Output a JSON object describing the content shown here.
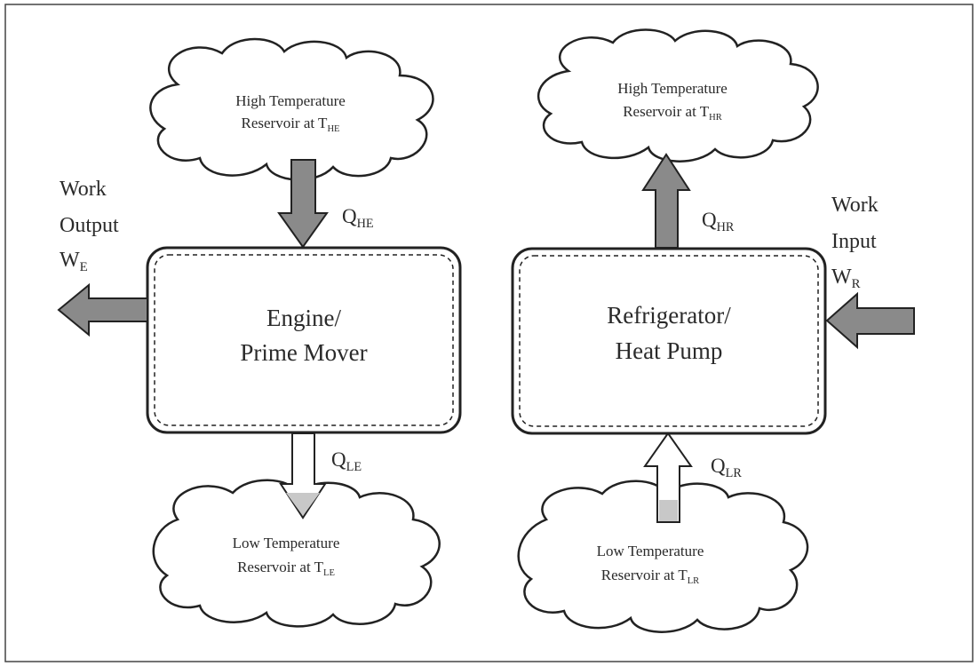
{
  "engine": {
    "box": {
      "line1": "Engine/",
      "line2": "Prime Mover"
    },
    "high_reservoir": {
      "line1": "High Temperature",
      "line2_prefix": "Reservoir at T",
      "line2_sub": "HE"
    },
    "low_reservoir": {
      "line1": "Low Temperature",
      "line2_prefix": "Reservoir at T",
      "line2_sub": "LE"
    },
    "q_high": {
      "symbol": "Q",
      "sub": "HE"
    },
    "q_low": {
      "symbol": "Q",
      "sub": "LE"
    },
    "work": {
      "line1": "Work",
      "line2": "Output",
      "symbol": "W",
      "sub": "E"
    }
  },
  "refrigerator": {
    "box": {
      "line1": "Refrigerator/",
      "line2": "Heat Pump"
    },
    "high_reservoir": {
      "line1": "High Temperature",
      "line2_prefix": "Reservoir at T",
      "line2_sub": "HR"
    },
    "low_reservoir": {
      "line1": "Low Temperature",
      "line2_prefix": "Reservoir at T",
      "line2_sub": "LR"
    },
    "q_high": {
      "symbol": "Q",
      "sub": "HR"
    },
    "q_low": {
      "symbol": "Q",
      "sub": "LR"
    },
    "work": {
      "line1": "Work",
      "line2": "Input",
      "symbol": "W",
      "sub": "R"
    }
  },
  "colors": {
    "arrow_dark": "#8a8a8a",
    "arrow_light": "#c8c8c8",
    "outline": "#222222"
  }
}
